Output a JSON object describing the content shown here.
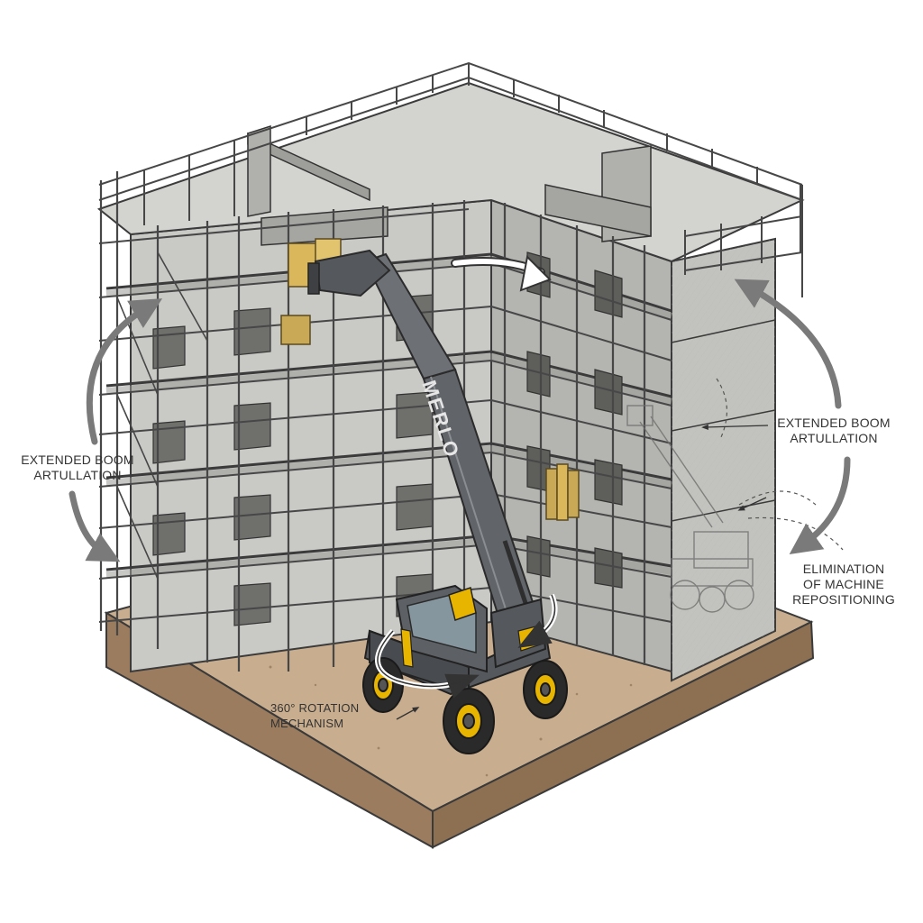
{
  "labels": {
    "left_callout": {
      "line1": "EXTENDED BOOM",
      "line2": "ARTULLATION"
    },
    "right_callout": {
      "line1": "EXTENDED BOOM",
      "line2": "ARTULLATION"
    },
    "elimination": {
      "line1": "ELIMINATION",
      "line2": "OF MACHINE",
      "line3": "REPOSITIONING"
    },
    "rotation": {
      "line1": "360° ROTATION",
      "line2": "MECHANISM"
    },
    "boom_brand": "MERLO"
  },
  "colors": {
    "concrete": "#c9c9c6",
    "concrete_dark": "#a9a9a5",
    "scaffold": "#4a4a4a",
    "ground": "#c8ad8e",
    "ground_side": "#8d6f52",
    "machine_body": "#5a5d61",
    "accent_yellow": "#e7b400",
    "arrow": "#7a7a7a"
  },
  "icons": [
    "rotation-arrow-icon",
    "curved-arrow-icon",
    "telehandler-machine",
    "ghost-telehandler-machine"
  ]
}
